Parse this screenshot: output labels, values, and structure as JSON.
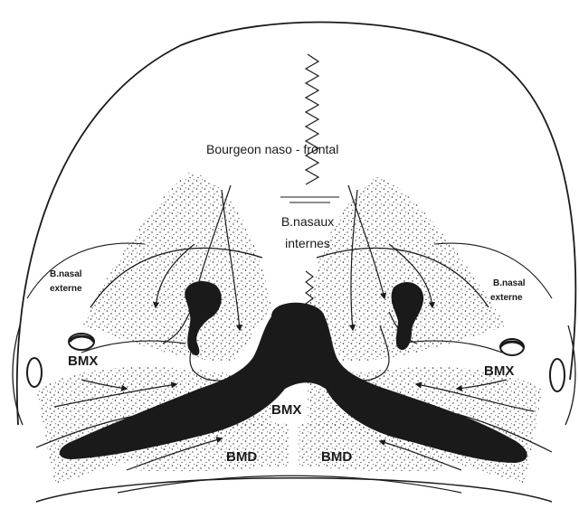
{
  "labels": {
    "naso_frontal": "Bourgeon naso - frontal",
    "nasaux_internes_1": "B.nasaux",
    "nasaux_internes_2": "internes",
    "nasal_externe_left_1": "B.nasal",
    "nasal_externe_left_2": "externe",
    "nasal_externe_right_1": "B.nasal",
    "nasal_externe_right_2": "externe",
    "bmx_left": "BMX",
    "bmx_right": "BMX",
    "bmx_center": "BMX",
    "bmd_left": "BMD",
    "bmd_right": "BMD"
  },
  "colors": {
    "ink": "#1a1a1a",
    "background": "#ffffff"
  }
}
